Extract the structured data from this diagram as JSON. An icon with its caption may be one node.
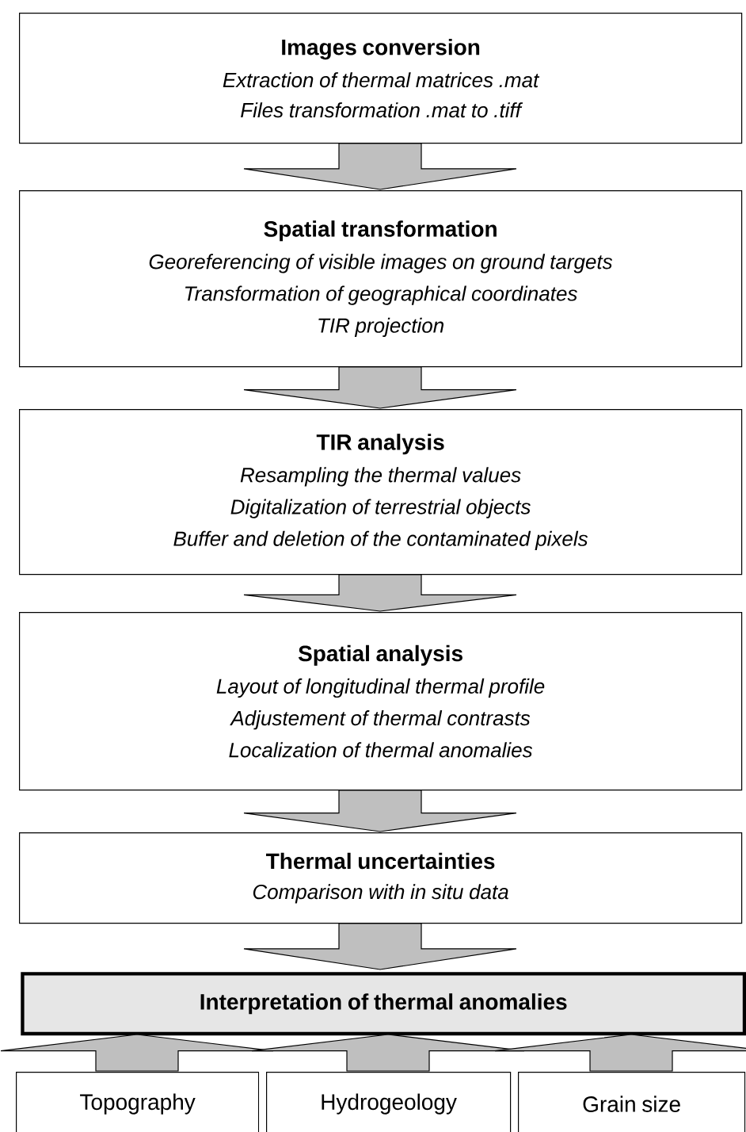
{
  "diagram": {
    "nodes": [
      {
        "text": [
          "Images conversion",
          "Extraction of thermal matrices .mat",
          "Files transformation .mat to .tiff"
        ]
      },
      {
        "text": [
          "Spatial transformation",
          "Georeferencing of visible images on ground targets",
          "Transformation of geographical coordinates",
          "TIR projection"
        ]
      },
      {
        "text": [
          "TIR analysis",
          "Resampling the thermal values",
          "Digitalization of terrestrial objects",
          "Buffer and deletion of the contaminated pixels"
        ]
      },
      {
        "text": [
          "Spatial analysis",
          "Layout of longitudinal thermal profile",
          "Adjustement of thermal contrasts",
          "Localization of thermal anomalies"
        ]
      },
      {
        "text": [
          "Thermal uncertainties",
          "Comparison with in situ data"
        ]
      },
      {
        "text": [
          "Interpretation of thermal anomalies"
        ]
      },
      {
        "text": [
          "Topography"
        ]
      },
      {
        "text": [
          "Hydrogeology"
        ]
      },
      {
        "text": [
          "Grain size"
        ]
      }
    ],
    "edges": [
      {
        "from": 0,
        "to": 1,
        "arrow": "to"
      },
      {
        "from": 1,
        "to": 2,
        "arrow": "to"
      },
      {
        "from": 2,
        "to": 3,
        "arrow": "to"
      },
      {
        "from": 3,
        "to": 4,
        "arrow": "to"
      },
      {
        "from": 4,
        "to": 5,
        "arrow": "to"
      },
      {
        "from": 6,
        "to": 5,
        "arrow": "to"
      },
      {
        "from": 7,
        "to": 5,
        "arrow": "to"
      },
      {
        "from": 8,
        "to": 5,
        "arrow": "to"
      }
    ]
  }
}
